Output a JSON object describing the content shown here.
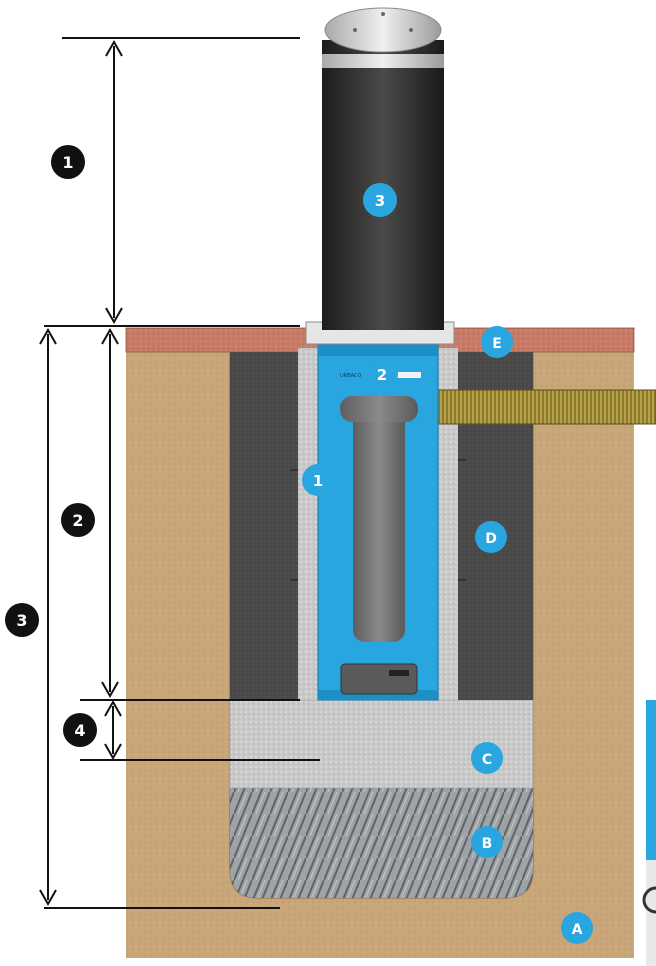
{
  "dimension_labels": [
    {
      "id": "1",
      "text": "1"
    },
    {
      "id": "2",
      "text": "2"
    },
    {
      "id": "3",
      "text": "3"
    },
    {
      "id": "4",
      "text": "4"
    }
  ],
  "component_labels": [
    {
      "id": "1",
      "text": "1"
    },
    {
      "id": "2",
      "text": "2"
    },
    {
      "id": "3",
      "text": "3"
    }
  ],
  "layer_labels": [
    {
      "id": "A",
      "text": "A"
    },
    {
      "id": "B",
      "text": "B"
    },
    {
      "id": "C",
      "text": "C"
    },
    {
      "id": "D",
      "text": "D"
    },
    {
      "id": "E",
      "text": "E"
    }
  ],
  "colors": {
    "soil": "#c8a679",
    "surface": "#c97a67",
    "concrete_dark": "#4a4a4a",
    "concrete_light": "#d9d9d9",
    "gravel": "#9ea3a6",
    "casing_blue": "#29a6df",
    "bollard_body": "#2f2f2f",
    "bollard_cap": "#d0d0d0",
    "conduit": "#8a7a2a",
    "badge_blue": "#29a6df",
    "badge_black": "#111111",
    "dimension_line": "#111111"
  },
  "text_labels": {
    "casing_brand": "URBACO"
  }
}
